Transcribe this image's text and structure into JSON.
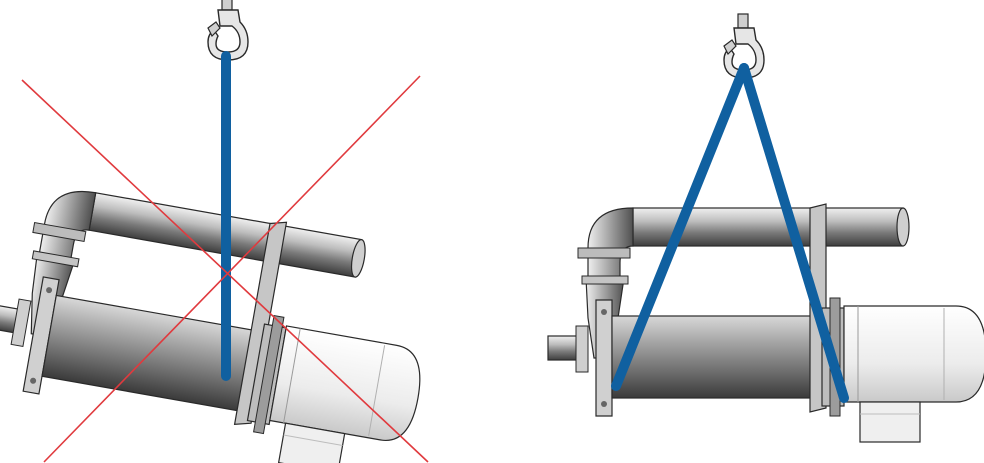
{
  "diagram": {
    "panels": [
      {
        "id": "incorrect",
        "verdict": "incorrect",
        "lifting_method": "single-point"
      },
      {
        "id": "correct",
        "verdict": "correct",
        "lifting_method": "two-point"
      }
    ]
  },
  "colors": {
    "sling": "#1060a0",
    "cross": "#e03a3e",
    "metal_dark": "#5a5a5a",
    "metal_light": "#e8e8e8",
    "motor": "#f2f2f2",
    "outline": "#2a2a2a"
  },
  "icons": {
    "hook": "crane-hook-icon",
    "pump": "pump-assembly-icon",
    "cross": "cross-out-icon"
  }
}
